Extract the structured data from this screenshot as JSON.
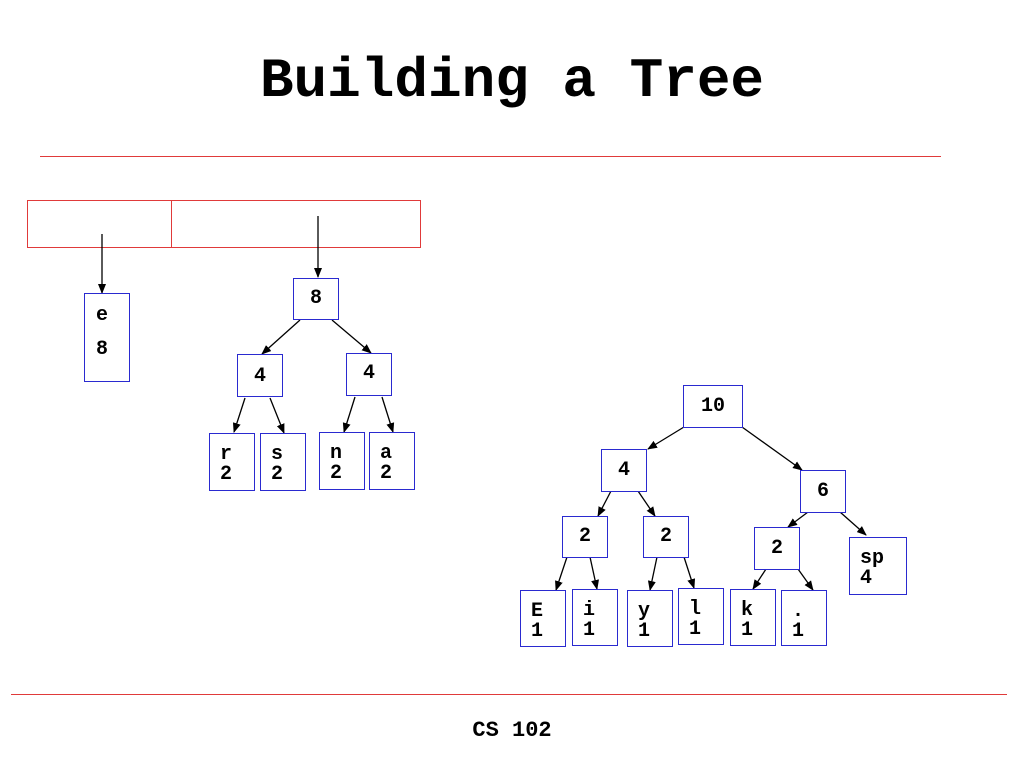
{
  "title": "Building a Tree",
  "footer": "CS 102",
  "colors": {
    "rule": "#e03a3a",
    "node_border": "#2a2ad0",
    "edge": "#000000"
  },
  "queue_cells": 2,
  "nodes": {
    "e": {
      "char": "e",
      "count": "8"
    },
    "t1_root": {
      "count": "8"
    },
    "t1_l": {
      "count": "4"
    },
    "t1_r": {
      "count": "4"
    },
    "r": {
      "char": "r",
      "count": "2"
    },
    "s": {
      "char": "s",
      "count": "2"
    },
    "n": {
      "char": "n",
      "count": "2"
    },
    "a": {
      "char": "a",
      "count": "2"
    },
    "t2_root": {
      "count": "10"
    },
    "t2_4": {
      "count": "4"
    },
    "t2_6": {
      "count": "6"
    },
    "t2_2a": {
      "count": "2"
    },
    "t2_2b": {
      "count": "2"
    },
    "t2_2c": {
      "count": "2"
    },
    "sp": {
      "char": "sp",
      "count": "4"
    },
    "E": {
      "char": "E",
      "count": "1"
    },
    "i": {
      "char": "i",
      "count": "1"
    },
    "y": {
      "char": "y",
      "count": "1"
    },
    "l": {
      "char": "l",
      "count": "1"
    },
    "k": {
      "char": "k",
      "count": "1"
    },
    "dot": {
      "char": ".",
      "count": "1"
    }
  }
}
